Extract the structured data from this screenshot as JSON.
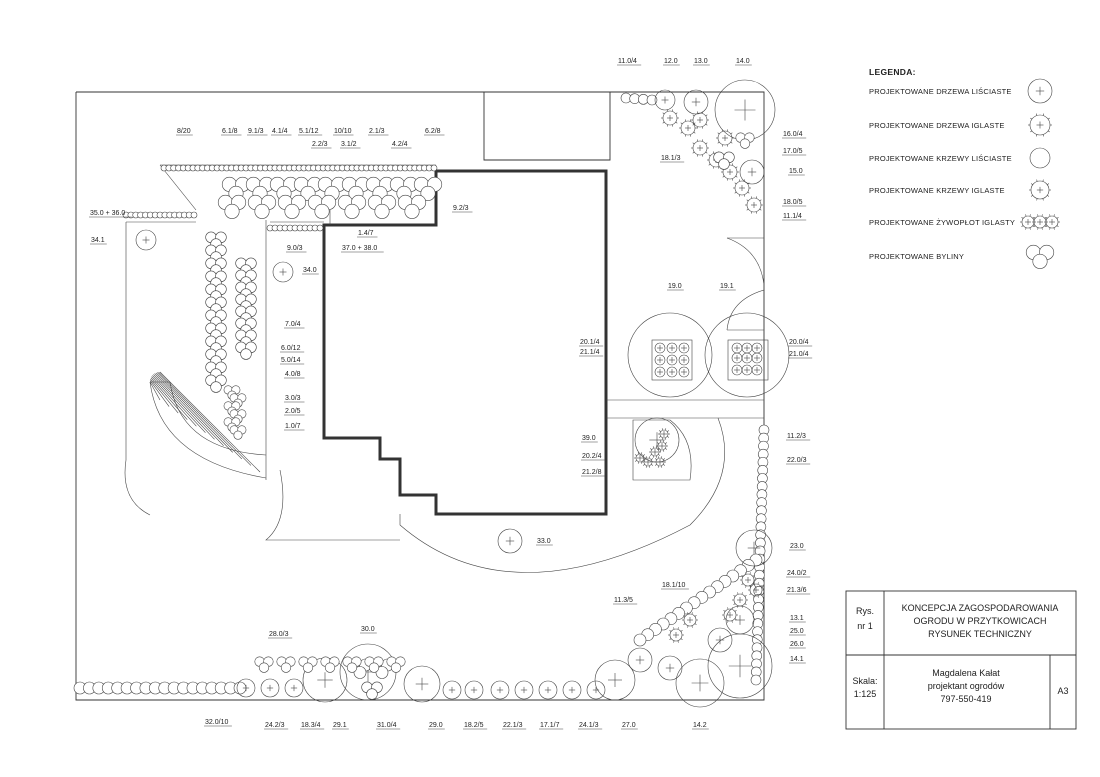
{
  "legend": {
    "title": "LEGENDA:",
    "items": [
      {
        "label": "PROJEKTOWANE DRZEWA LIŚCIASTE",
        "icon": "deciduous-tree-icon"
      },
      {
        "label": "PROJEKTOWANE DRZEWA IGLASTE",
        "icon": "conifer-tree-icon"
      },
      {
        "label": "PROJEKTOWANE KRZEWY LIŚCIASTE",
        "icon": "deciduous-shrub-icon"
      },
      {
        "label": "PROJEKTOWANE KRZEWY IGLASTE",
        "icon": "conifer-shrub-icon"
      },
      {
        "label": "PROJEKTOWANE ŻYWOPŁOT IGLASTY",
        "icon": "conifer-hedge-icon"
      },
      {
        "label": "PROJEKTOWANE BYLINY",
        "icon": "perennials-icon"
      }
    ]
  },
  "title_block": {
    "rys_label": "Rys.",
    "rys_number": "nr 1",
    "title_lines": [
      "KONCEPCJA ZAGOSPODAROWANIA",
      "OGRODU W PRZYTKOWICACH",
      "RYSUNEK TECHNICZNY"
    ],
    "scale_label": "Skala:",
    "scale_value": "1:125",
    "author_lines": [
      "Magdalena Kałat",
      "projektant ogrodów",
      "797-550-419"
    ],
    "format": "A3"
  },
  "labels": [
    {
      "id": "l-11-0-4",
      "text": "11.0/4"
    },
    {
      "id": "l-12-0",
      "text": "12.0"
    },
    {
      "id": "l-13-0",
      "text": "13.0"
    },
    {
      "id": "l-14-0",
      "text": "14.0"
    },
    {
      "id": "l-16-0-4",
      "text": "16.0/4"
    },
    {
      "id": "l-17-0-5",
      "text": "17.0/5"
    },
    {
      "id": "l-15-0",
      "text": "15.0"
    },
    {
      "id": "l-18-1-3",
      "text": "18.1/3"
    },
    {
      "id": "l-18-0-5",
      "text": "18.0/5"
    },
    {
      "id": "l-11-1-4",
      "text": "11.1/4"
    },
    {
      "id": "l-8-20",
      "text": "8/20"
    },
    {
      "id": "l-6-1-8",
      "text": "6.1/8"
    },
    {
      "id": "l-9-1-3",
      "text": "9.1/3"
    },
    {
      "id": "l-4-1-4",
      "text": "4.1/4"
    },
    {
      "id": "l-5-1-12",
      "text": "5.1/12"
    },
    {
      "id": "l-10-10",
      "text": "10/10"
    },
    {
      "id": "l-2-1-3",
      "text": "2.1/3"
    },
    {
      "id": "l-6-2-8",
      "text": "6.2/8"
    },
    {
      "id": "l-2-2-3",
      "text": "2.2/3"
    },
    {
      "id": "l-3-1-2",
      "text": "3.1/2"
    },
    {
      "id": "l-4-2-4",
      "text": "4.2/4"
    },
    {
      "id": "l-35-36",
      "text": "35.0 + 36.0"
    },
    {
      "id": "l-9-2-3",
      "text": "9.2/3"
    },
    {
      "id": "l-34-1",
      "text": "34.1"
    },
    {
      "id": "l-1-4-7",
      "text": "1.4/7"
    },
    {
      "id": "l-37-38",
      "text": "37.0 + 38.0"
    },
    {
      "id": "l-9-0-3",
      "text": "9.0/3"
    },
    {
      "id": "l-34-0",
      "text": "34.0"
    },
    {
      "id": "l-7-0-4",
      "text": "7.0/4"
    },
    {
      "id": "l-6-0-12",
      "text": "6.0/12"
    },
    {
      "id": "l-5-0-14",
      "text": "5.0/14"
    },
    {
      "id": "l-4-0-8",
      "text": "4.0/8"
    },
    {
      "id": "l-3-0-3",
      "text": "3.0/3"
    },
    {
      "id": "l-2-0-5",
      "text": "2.0/5"
    },
    {
      "id": "l-1-0-7",
      "text": "1.0/7"
    },
    {
      "id": "l-19-0",
      "text": "19.0"
    },
    {
      "id": "l-19-1",
      "text": "19.1"
    },
    {
      "id": "l-20-1-4",
      "text": "20.1/4"
    },
    {
      "id": "l-21-1-4",
      "text": "21.1/4"
    },
    {
      "id": "l-20-0-4",
      "text": "20.0/4"
    },
    {
      "id": "l-21-0-4",
      "text": "21.0/4"
    },
    {
      "id": "l-39-0",
      "text": "39.0"
    },
    {
      "id": "l-20-2-4",
      "text": "20.2/4"
    },
    {
      "id": "l-21-2-8",
      "text": "21.2/8"
    },
    {
      "id": "l-11-2-3",
      "text": "11.2/3"
    },
    {
      "id": "l-22-0-3",
      "text": "22.0/3"
    },
    {
      "id": "l-33-0",
      "text": "33.0"
    },
    {
      "id": "l-23-0",
      "text": "23.0"
    },
    {
      "id": "l-24-0-2",
      "text": "24.0/2"
    },
    {
      "id": "l-21-3-6",
      "text": "21.3/6"
    },
    {
      "id": "l-18-1-10",
      "text": "18.1/10"
    },
    {
      "id": "l-11-3-5",
      "text": "11.3/5"
    },
    {
      "id": "l-13-1",
      "text": "13.1"
    },
    {
      "id": "l-25-0",
      "text": "25.0"
    },
    {
      "id": "l-26-0",
      "text": "26.0"
    },
    {
      "id": "l-14-1",
      "text": "14.1"
    },
    {
      "id": "l-28-0-3",
      "text": "28.0/3"
    },
    {
      "id": "l-30-0",
      "text": "30.0"
    },
    {
      "id": "l-32-0-10",
      "text": "32.0/10"
    },
    {
      "id": "l-24-2-3",
      "text": "24.2/3"
    },
    {
      "id": "l-18-3-4",
      "text": "18.3/4"
    },
    {
      "id": "l-29-1",
      "text": "29.1"
    },
    {
      "id": "l-31-0-4",
      "text": "31.0/4"
    },
    {
      "id": "l-29-0",
      "text": "29.0"
    },
    {
      "id": "l-18-2-5",
      "text": "18.2/5"
    },
    {
      "id": "l-22-1-3",
      "text": "22.1/3"
    },
    {
      "id": "l-17-1-7",
      "text": "17.1/7"
    },
    {
      "id": "l-24-1-3",
      "text": "24.1/3"
    },
    {
      "id": "l-27-0",
      "text": "27.0"
    },
    {
      "id": "l-14-2",
      "text": "14.2"
    }
  ]
}
